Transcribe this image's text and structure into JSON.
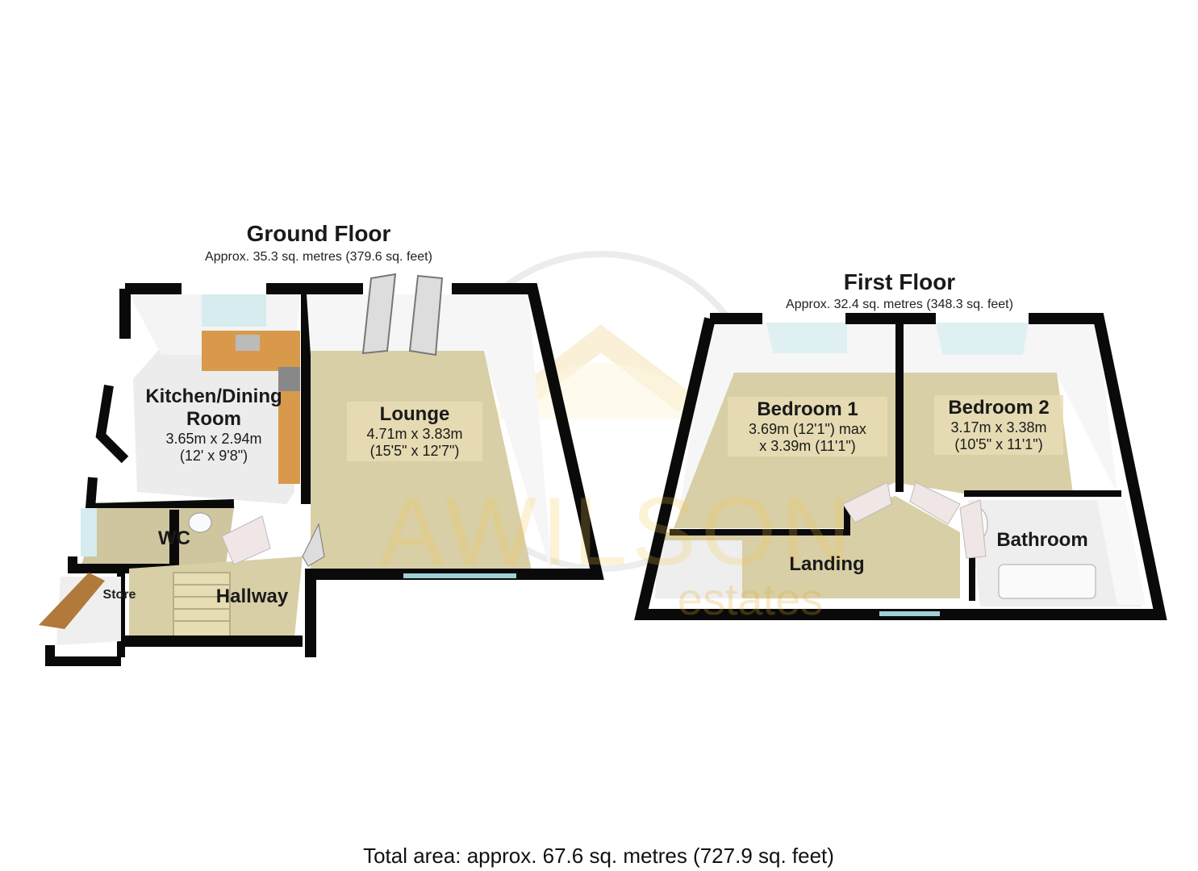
{
  "ground_floor": {
    "title": "Ground Floor",
    "area": "Approx. 35.3 sq. metres (379.6 sq. feet)",
    "rooms": {
      "kitchen": {
        "name_line1": "Kitchen/Dining",
        "name_line2": "Room",
        "dim1": "3.65m x 2.94m",
        "dim2": "(12' x 9'8\")"
      },
      "lounge": {
        "name": "Lounge",
        "dim1": "4.71m x 3.83m",
        "dim2": "(15'5\" x 12'7\")"
      },
      "wc": {
        "name": "WC"
      },
      "store": {
        "name": "Store"
      },
      "hallway": {
        "name": "Hallway"
      }
    }
  },
  "first_floor": {
    "title": "First Floor",
    "area": "Approx. 32.4 sq. metres (348.3 sq. feet)",
    "rooms": {
      "bedroom1": {
        "name": "Bedroom 1",
        "dim1": "3.69m (12'1\") max",
        "dim2": "x 3.39m (11'1\")"
      },
      "bedroom2": {
        "name": "Bedroom 2",
        "dim1": "3.17m x 3.38m",
        "dim2": "(10'5\" x 11'1\")"
      },
      "bathroom": {
        "name": "Bathroom"
      },
      "landing": {
        "name": "Landing"
      }
    }
  },
  "watermark": {
    "line1": "AWILSON",
    "line2": "estates"
  },
  "total_area": "Total area: approx. 67.6 sq. metres (727.9 sq. feet)",
  "colors": {
    "wall": "#0a0a0a",
    "floor_carpet": "#d8cfa6",
    "wall_inner": "#f4f4f4",
    "tile": "#eeeeee",
    "window": "#d6ecef",
    "watermark": "#f3c64a"
  }
}
